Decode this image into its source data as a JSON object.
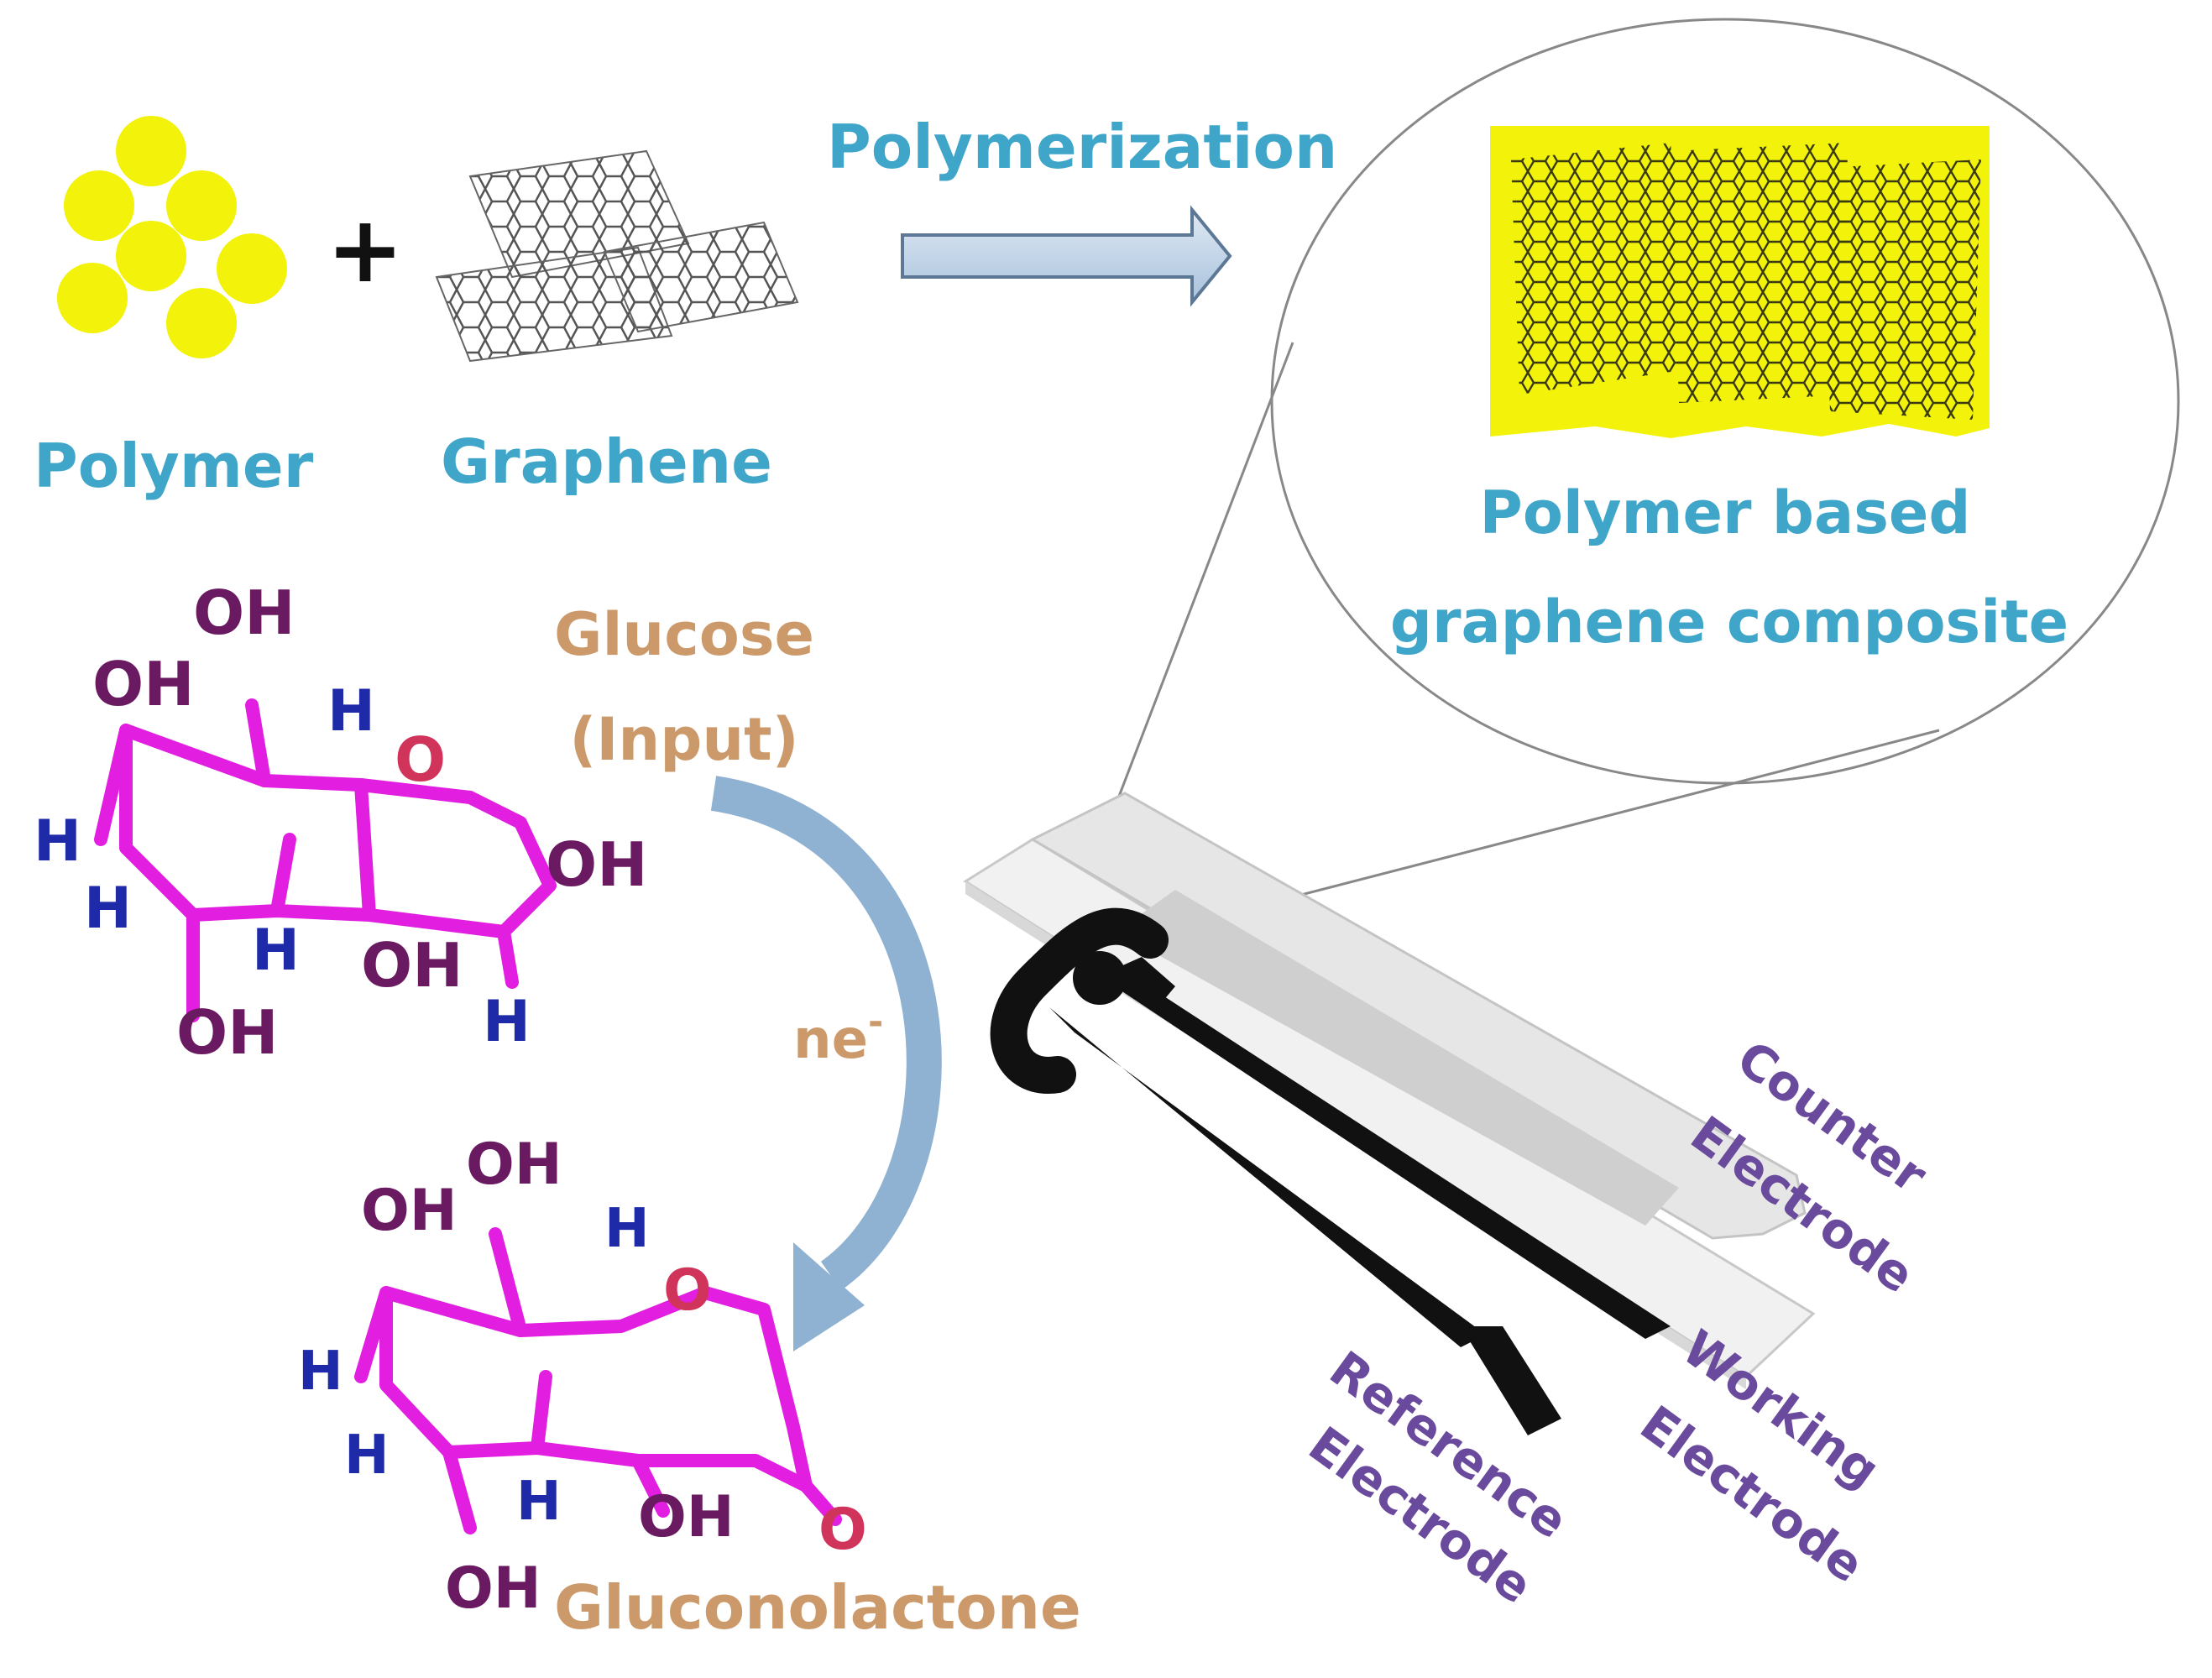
{
  "labels": {
    "polymer": "Polymer",
    "plus": "+",
    "graphene": "Graphene",
    "polymerization": "Polymerization",
    "composite_line1": "Polymer based",
    "composite_line2": "graphene composite",
    "glucose_line1": "Glucose",
    "glucose_line2": "(Input)",
    "electrons": "ne",
    "electrons_sup": "-",
    "gluconolactone": "Gluconolactone",
    "counter_line1": "Counter",
    "counter_line2": "Electrode",
    "working_line1": "Working",
    "working_line2": "Electrode",
    "reference_line1": "Reference",
    "reference_line2": "Electrode"
  },
  "glucose_atoms": {
    "oh_top": "OH",
    "oh_left": "OH",
    "h_top": "H",
    "o_ring": "O",
    "oh_right": "OH",
    "h_left1": "H",
    "h_left2": "H",
    "h_mid": "H",
    "oh_mid": "OH",
    "h_bottom_right": "H",
    "oh_bottom": "OH"
  },
  "gluconolactone_atoms": {
    "oh_top": "OH",
    "oh_left": "OH",
    "h_top": "H",
    "o_ring": "O",
    "h_left1": "H",
    "h_left2": "H",
    "h_mid": "H",
    "oh_mid": "OH",
    "o_carbonyl": "O",
    "oh_bottom": "OH"
  },
  "colors": {
    "label_blue": "#3fa6c9",
    "label_orange": "#cc9a6a",
    "label_purple": "#6a4a9c",
    "polymer_yellow": "#f2f20a",
    "bond_magenta": "#e21ee0",
    "electrode_black": "#111111",
    "arrow_blue": "#8fb2d2"
  }
}
